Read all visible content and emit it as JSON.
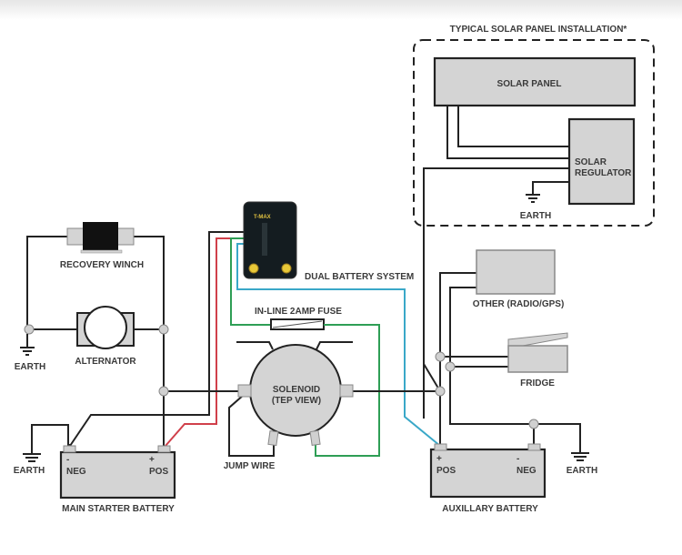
{
  "diagram": {
    "title": "Dual Battery System Wiring Diagram",
    "solar_section": {
      "title": "TYPICAL SOLAR PANEL INSTALLATION*",
      "solar_panel": "SOLAR PANEL",
      "regulator_line1": "SOLAR",
      "regulator_line2": "REGULATOR",
      "earth": "EARTH"
    },
    "left": {
      "winch": "RECOVERY WINCH",
      "alternator": "ALTERNATOR",
      "earth_alt": "EARTH",
      "earth_batt": "EARTH"
    },
    "center": {
      "dbs": "DUAL BATTERY SYSTEM",
      "fuse": "IN-LINE 2AMP FUSE",
      "solenoid_line1": "SOLENOID",
      "solenoid_line2": "(TEP VIEW)",
      "jump_wire": "JUMP WIRE"
    },
    "right": {
      "other": "OTHER (RADIO/GPS)",
      "fridge": "FRIDGE",
      "earth": "EARTH"
    },
    "main_battery": {
      "name": "MAIN STARTER BATTERY",
      "neg_sign": "-",
      "neg": "NEG",
      "pos_sign": "+",
      "pos": "POS"
    },
    "aux_battery": {
      "name": "AUXILLARY BATTERY",
      "pos_sign": "+",
      "pos": "POS",
      "neg_sign": "-",
      "neg": "NEG"
    },
    "wire_colors": {
      "black": "#222222",
      "red": "#d0404a",
      "green": "#2e9e55",
      "blue": "#3aa8c8"
    }
  }
}
